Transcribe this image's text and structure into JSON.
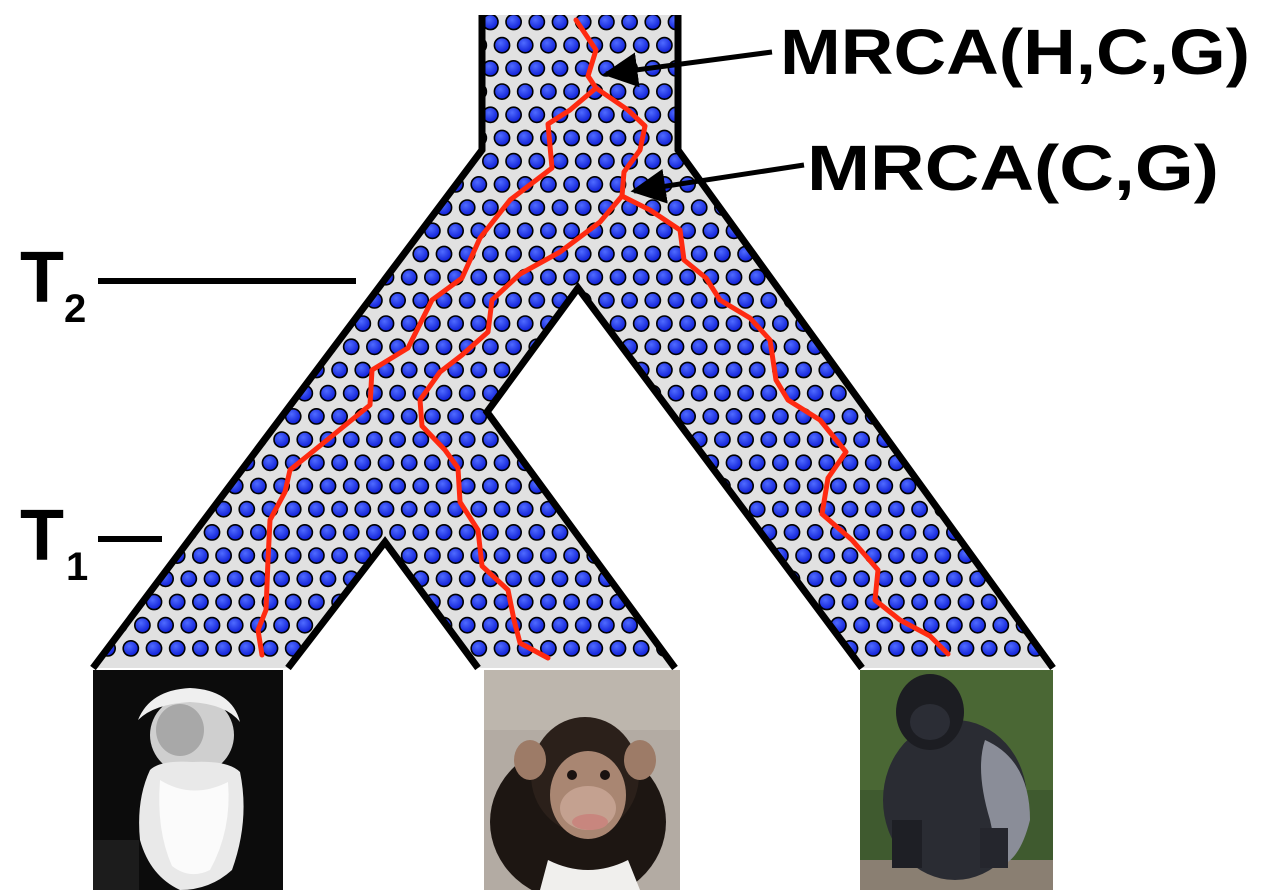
{
  "labels": {
    "mrca_hcg": "MRCA(H,C,G)",
    "mrca_cg": "MRCA(C,G)",
    "t2": {
      "main": "T",
      "sub": "2"
    },
    "t1": {
      "main": "T",
      "sub": "1"
    }
  },
  "portraits": [
    {
      "name": "human-darwin-photo",
      "depicts": "human"
    },
    {
      "name": "chimpanzee-photo",
      "depicts": "chimpanzee"
    },
    {
      "name": "gorilla-photo",
      "depicts": "gorilla"
    }
  ],
  "colors": {
    "dot_fill": "#1530ee",
    "dot_stroke": "#000000",
    "lineage": "#ff2a10",
    "tree_outline": "#000000",
    "tree_fill": "#e2e2e2"
  }
}
